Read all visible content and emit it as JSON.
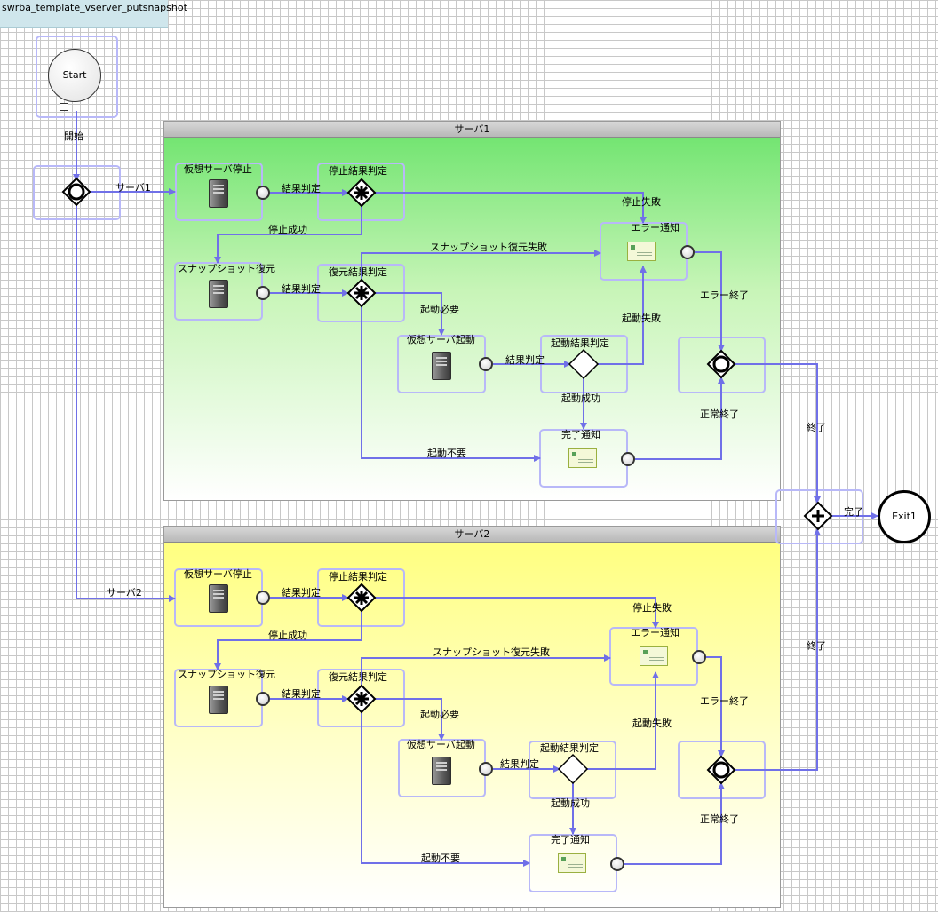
{
  "diagram": {
    "title": "swrba_template_vserver_putsnapshot",
    "start_label": "Start",
    "end_label": "Exit1",
    "flows": {
      "start_to_fork": "開始",
      "to_lane1": "サーバ1",
      "to_lane2": "サーバ2",
      "to_end": "完了",
      "lane1_end": "終了",
      "lane2_end": "終了"
    }
  },
  "lane1": {
    "title": "サーバ1",
    "tasks": {
      "stop_server": "仮想サーバ停止",
      "stop_check": "停止結果判定",
      "restore": "スナップショット復元",
      "restore_check": "復元結果判定",
      "start_server": "仮想サーバ起動",
      "start_check": "起動結果判定",
      "error_notify": "エラー通知",
      "done_notify": "完了通知"
    },
    "flows": {
      "result_check_1": "結果判定",
      "result_check_2": "結果判定",
      "result_check_3": "結果判定",
      "stop_fail": "停止失敗",
      "stop_success": "停止成功",
      "restore_fail": "スナップショット復元失敗",
      "start_needed": "起動必要",
      "start_fail": "起動失敗",
      "start_success": "起動成功",
      "start_unneeded": "起動不要",
      "error_end": "エラー終了",
      "normal_end": "正常終了"
    }
  },
  "lane2": {
    "title": "サーバ2",
    "tasks": {
      "stop_server": "仮想サーバ停止",
      "stop_check": "停止結果判定",
      "restore": "スナップショット復元",
      "restore_check": "復元結果判定",
      "start_server": "仮想サーバ起動",
      "start_check": "起動結果判定",
      "error_notify": "エラー通知",
      "done_notify": "完了通知"
    },
    "flows": {
      "result_check_1": "結果判定",
      "result_check_2": "結果判定",
      "result_check_3": "結果判定",
      "stop_fail": "停止失敗",
      "stop_success": "停止成功",
      "restore_fail": "スナップショット復元失敗",
      "start_needed": "起動必要",
      "start_fail": "起動失敗",
      "start_success": "起動成功",
      "start_unneeded": "起動不要",
      "error_end": "エラー終了",
      "normal_end": "正常終了"
    }
  },
  "colors": {
    "connector": "#7070e8",
    "lane1_top": "#6be36b",
    "lane2_top": "#ffff7a",
    "selection_box": "#b8b8f8"
  }
}
